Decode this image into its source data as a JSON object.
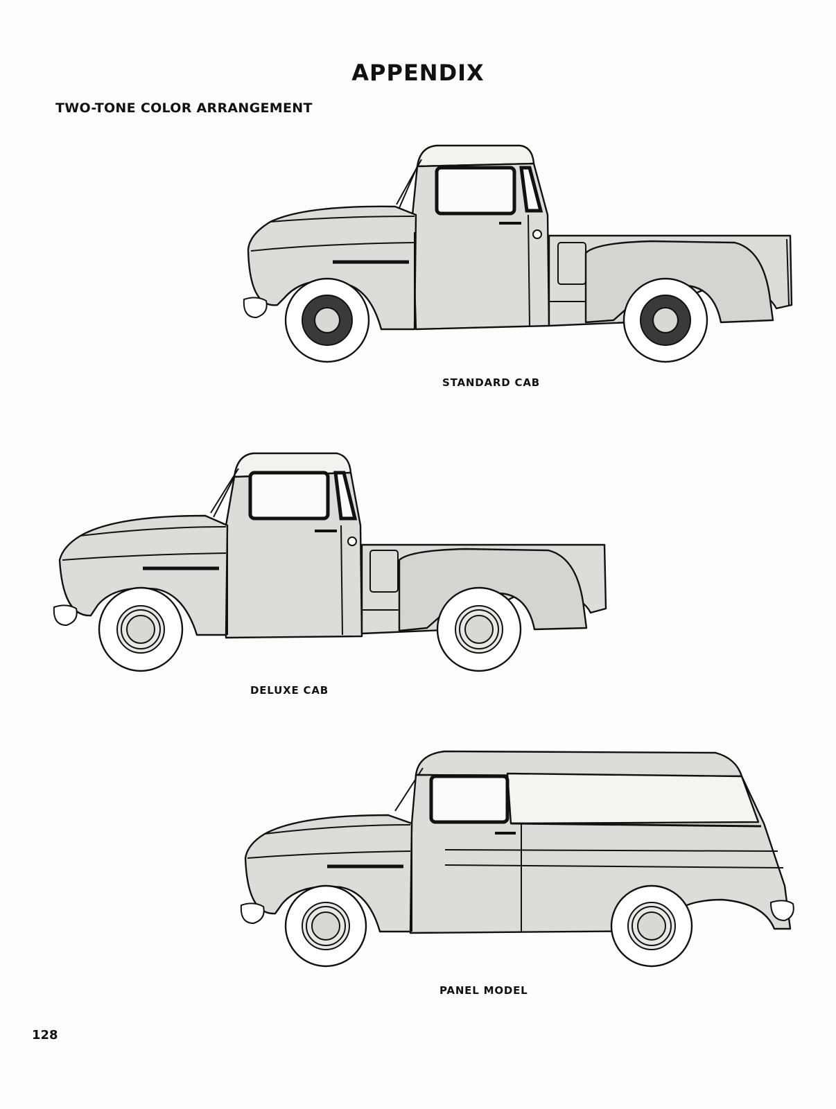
{
  "page": {
    "title": "APPENDIX",
    "section_heading": "TWO-TONE COLOR ARRANGEMENT",
    "page_number": "128"
  },
  "figures": [
    {
      "caption": "STANDARD CAB",
      "icon": "pickup-truck-standard-cab-illustration"
    },
    {
      "caption": "DELUXE CAB",
      "icon": "pickup-truck-deluxe-cab-illustration"
    },
    {
      "caption": "PANEL MODEL",
      "icon": "panel-truck-illustration"
    }
  ]
}
